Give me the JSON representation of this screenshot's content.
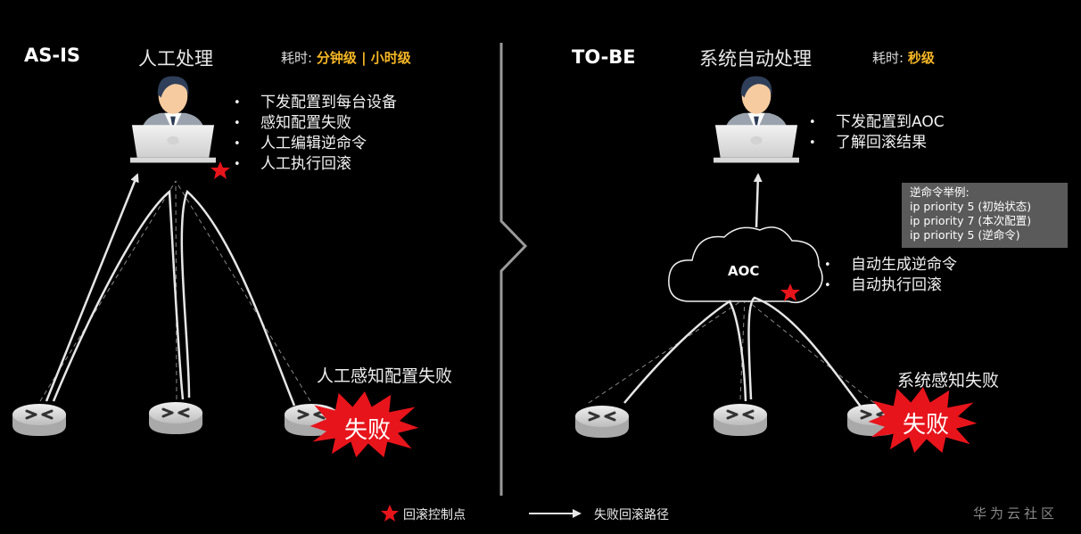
{
  "as_is": {
    "tag": "AS-IS",
    "title": "人工处理",
    "cost_label": "耗时:",
    "cost_value": "分钟级 | 小时级",
    "bullets": [
      "下发配置到每台设备",
      "感知配置失败",
      "人工编辑逆命令",
      "人工执行回滚"
    ],
    "detect_note": "人工感知配置失败",
    "fail_label": "失败"
  },
  "to_be": {
    "tag": "TO-BE",
    "title": "系统自动处理",
    "cost_label": "耗时:",
    "cost_value": "秒级",
    "bullets": [
      "下发配置到AOC",
      "了解回滚结果"
    ],
    "cloud_label": "AOC",
    "cloud_bullets": [
      "自动生成逆命令",
      "自动执行回滚"
    ],
    "detect_note": "系统感知失败",
    "fail_label": "失败",
    "code_example": {
      "title": "逆命令举例:",
      "lines": [
        "ip priority 5 (初始状态)",
        "ip priority 7 (本次配置)",
        "ip priority 5 (逆命令)"
      ]
    }
  },
  "legend": {
    "star_label": "回滚控制点",
    "arrow_label": "失败回滚路径"
  },
  "watermark": "华为云社区",
  "colors": {
    "accent_yellow": "#f6b625",
    "fail_red": "#e8141b",
    "star_red": "#e8141b"
  },
  "icons": [
    "operator-laptop-icon",
    "router-icon",
    "cloud-icon",
    "star-icon",
    "burst-icon"
  ]
}
